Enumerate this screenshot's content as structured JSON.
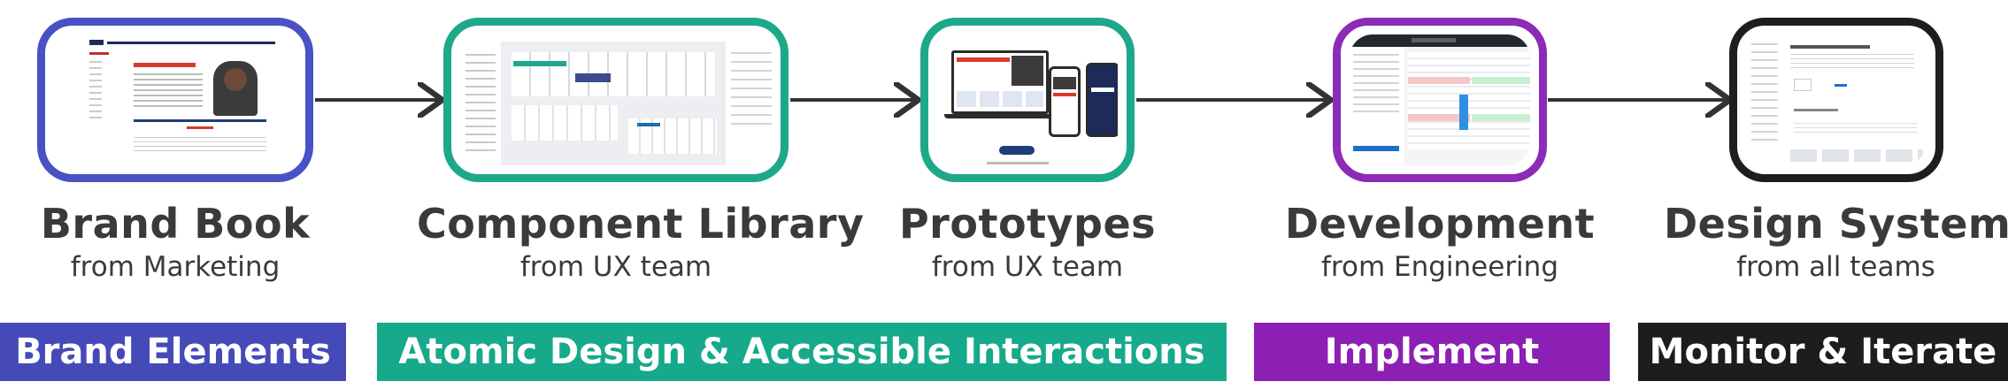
{
  "colors": {
    "brand_blue": "#4a51c4",
    "teal": "#1ea88a",
    "purple": "#8b2bb8",
    "black": "#1e1e1e",
    "arrow": "#333333",
    "band_blue": "#454ab8",
    "band_teal": "#17a98b",
    "band_purple": "#8c1fb4",
    "band_black": "#1d1d1d"
  },
  "stages": [
    {
      "title": "Brand Book",
      "subtitle": "from Marketing"
    },
    {
      "title": "Component Library",
      "subtitle": "from UX team"
    },
    {
      "title": "Prototypes",
      "subtitle": "from UX team"
    },
    {
      "title": "Development",
      "subtitle": "from Engineering"
    },
    {
      "title": "Design System",
      "subtitle": "from all teams"
    }
  ],
  "bands": [
    {
      "label": "Brand Elements"
    },
    {
      "label": "Atomic Design & Accessible Interactions"
    },
    {
      "label": "Implement"
    },
    {
      "label": "Monitor & Iterate"
    }
  ]
}
